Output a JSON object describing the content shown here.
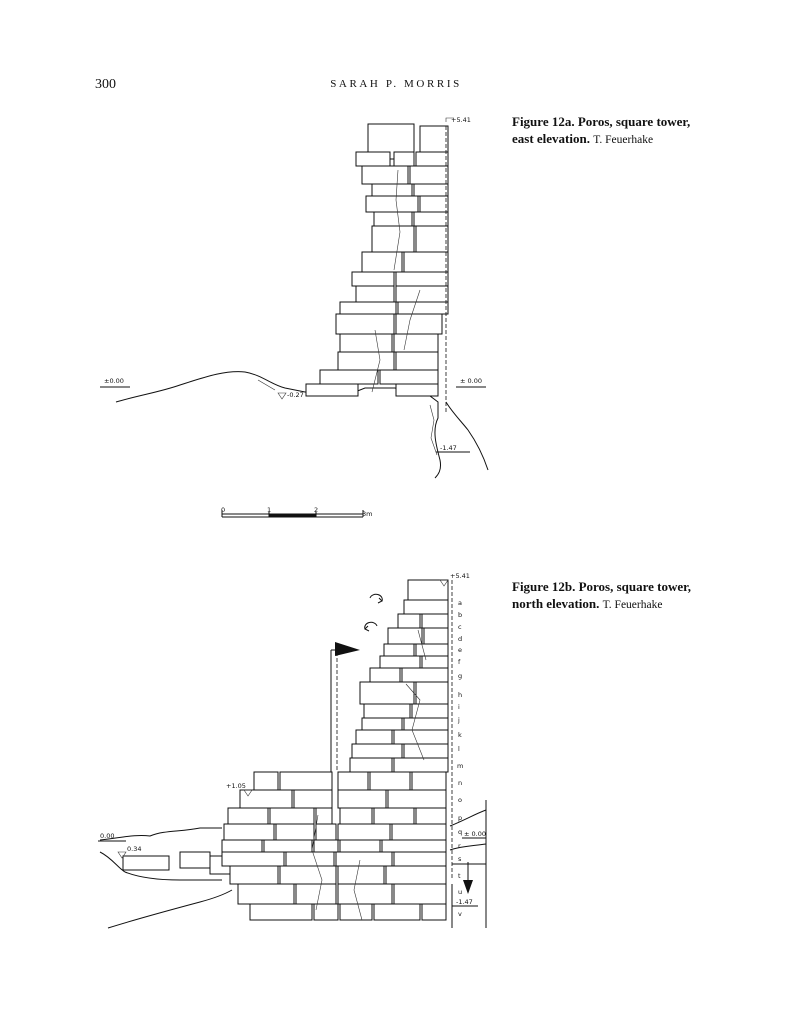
{
  "header": {
    "page_number": "300",
    "running_head": "SARAH P. MORRIS"
  },
  "figures": [
    {
      "label": "Figure 12a. Poros, square tower, east elevation.",
      "credit": "T. Feuerhake",
      "elevations": {
        "top": "+5.41",
        "zero_left": "±0.00",
        "zero_right": "± 0.00",
        "ground": "-0.27",
        "bottom": "-1.47"
      }
    },
    {
      "label": "Figure 12b. Poros, square tower, north elevation.",
      "credit": "T. Feuerhake",
      "elevations": {
        "top": "+5.41",
        "step": "+1.05",
        "zero_left": "0.00",
        "ground": "0.34",
        "zero_right": "± 0.00",
        "bottom": "-1.47"
      },
      "course_letters": [
        "a",
        "b",
        "c",
        "d",
        "e",
        "f",
        "g",
        "h",
        "i",
        "j",
        "k",
        "l",
        "m",
        "n",
        "o",
        "p",
        "q",
        "r",
        "s",
        "t",
        "u",
        "v"
      ]
    }
  ],
  "scale_bar": {
    "ticks": [
      "0",
      "1",
      "2",
      "3m"
    ]
  }
}
